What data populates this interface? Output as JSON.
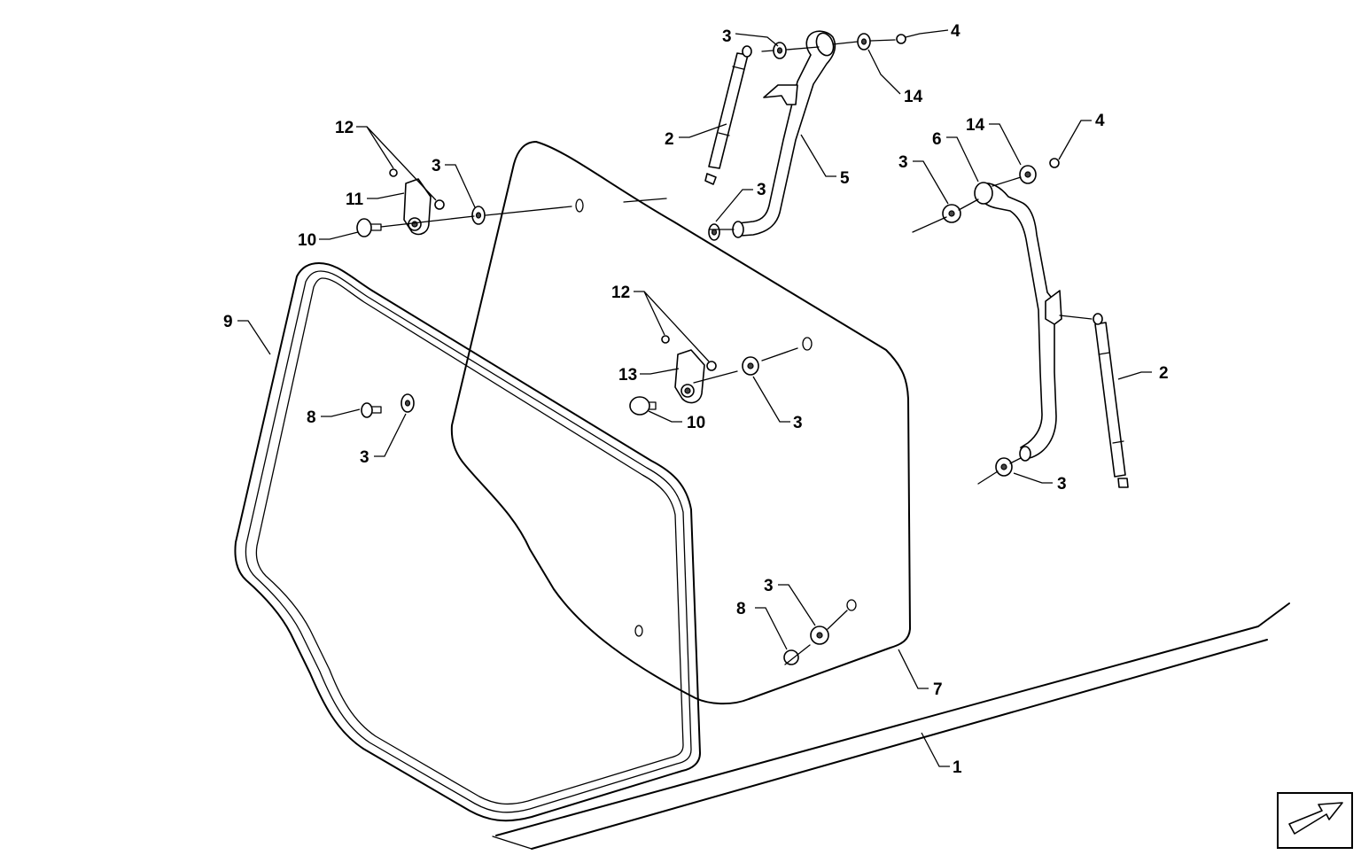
{
  "diagram": {
    "callouts": [
      {
        "id": "c-3-a",
        "text": "3"
      },
      {
        "id": "c-4-a",
        "text": "4"
      },
      {
        "id": "c-14-a",
        "text": "14"
      },
      {
        "id": "c-2-a",
        "text": "2"
      },
      {
        "id": "c-3-b",
        "text": "3"
      },
      {
        "id": "c-5",
        "text": "5"
      },
      {
        "id": "c-12-a",
        "text": "12"
      },
      {
        "id": "c-3-c",
        "text": "3"
      },
      {
        "id": "c-11",
        "text": "11"
      },
      {
        "id": "c-10-a",
        "text": "10"
      },
      {
        "id": "c-14-b",
        "text": "14"
      },
      {
        "id": "c-4-b",
        "text": "4"
      },
      {
        "id": "c-6",
        "text": "6"
      },
      {
        "id": "c-3-d",
        "text": "3"
      },
      {
        "id": "c-9",
        "text": "9"
      },
      {
        "id": "c-12-b",
        "text": "12"
      },
      {
        "id": "c-13",
        "text": "13"
      },
      {
        "id": "c-10-b",
        "text": "10"
      },
      {
        "id": "c-3-e",
        "text": "3"
      },
      {
        "id": "c-8-a",
        "text": "8"
      },
      {
        "id": "c-3-f",
        "text": "3"
      },
      {
        "id": "c-2-b",
        "text": "2"
      },
      {
        "id": "c-3-g",
        "text": "3"
      },
      {
        "id": "c-3-h",
        "text": "3"
      },
      {
        "id": "c-8-b",
        "text": "8"
      },
      {
        "id": "c-7",
        "text": "7"
      },
      {
        "id": "c-1",
        "text": "1"
      }
    ],
    "orientation_icon": "arrow-icon"
  }
}
